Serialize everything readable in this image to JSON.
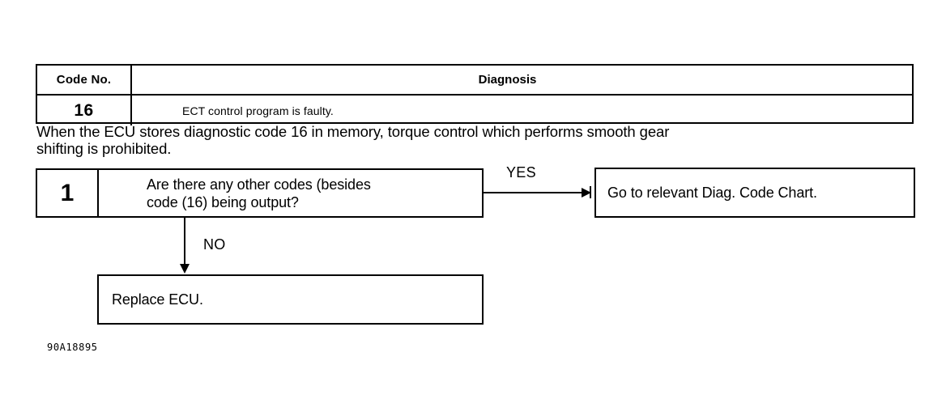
{
  "document": {
    "figure_id": "90A18895"
  },
  "code_table": {
    "headers": [
      "Code No.",
      "Diagnosis"
    ],
    "rows": [
      {
        "code": "16",
        "diagnosis": "ECT control program is faulty."
      }
    ]
  },
  "intro": {
    "text": "When the ECU stores diagnostic code 16 in memory, torque control which performs smooth gear\nshifting is prohibited."
  },
  "flowchart": {
    "step": {
      "number": "1",
      "question": "Are there any other codes (besides\ncode (16) being output?"
    },
    "edges": {
      "yes_label": "YES",
      "no_label": "NO"
    },
    "outcomes": {
      "yes": "Go to relevant Diag. Code Chart.",
      "no": "Replace ECU."
    }
  }
}
